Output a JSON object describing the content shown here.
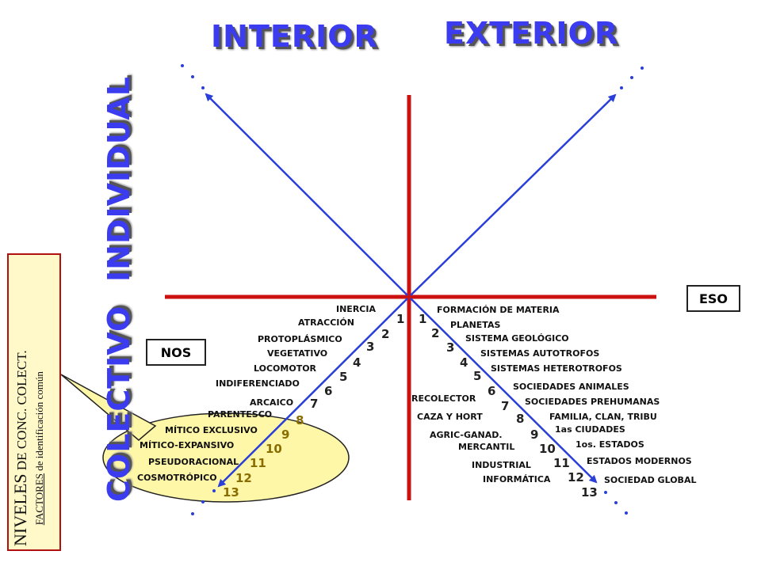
{
  "titles": {
    "interior": "INTERIOR",
    "exterior": "EXTERIOR",
    "individual": "INDIVIDUAL",
    "colectivo": "COLECTIVO"
  },
  "boxes": {
    "eso": "ESO",
    "nos": "NOS"
  },
  "callout": {
    "line1_big": "NIVELES",
    "line1_small": " DE CONC. COLECT.",
    "line2_u": "FACTORES",
    "line2_rest": " de identificación común"
  },
  "colors": {
    "axis_red": "#cc1111",
    "arrow_blue": "#2a3fd8",
    "title_blue": "#3b3bf0",
    "ellipse_fill": "#fff7a8",
    "number_gold": "#8a6d00"
  },
  "left_labels": [
    "INERCIA",
    "ATRACCIÓN",
    "PROTOPLÁSMICO",
    "VEGETATIVO",
    "LOCOMOTOR",
    "INDIFERENCIADO",
    "ARCAICO",
    "PARENTESCO",
    "MÍTICO  EXCLUSIVO",
    "MÍTICO-EXPANSIVO",
    "PSEUDORACIONAL",
    "COSMOTRÓPICO"
  ],
  "right_inner_labels": [
    "RECOLECTOR",
    "CAZA  Y  HORT",
    "AGRIC-GANAD.",
    "MERCANTIL",
    "INDUSTRIAL",
    "INFORMÁTICA"
  ],
  "right_outer_labels": [
    "FORMACIÓN  DE  MATERIA",
    "PLANETAS",
    "SISTEMA  GEOLÓGICO",
    "SISTEMAS  AUTOTROFOS",
    "SISTEMAS  HETEROTROFOS",
    "SOCIEDADES  ANIMALES",
    "SOCIEDADES  PREHUMANAS",
    "FAMILIA,  CLAN,  TRIBU",
    "1as  CIUDADES",
    "1os.  ESTADOS",
    "ESTADOS  MODERNOS",
    "SOCIEDAD  GLOBAL"
  ],
  "left_numbers": [
    "1",
    "2",
    "3",
    "4",
    "5",
    "6",
    "7",
    "8",
    "9",
    "10",
    "11",
    "12",
    "13"
  ],
  "right_numbers": [
    "1",
    "2",
    "3",
    "4",
    "5",
    "6",
    "7",
    "8",
    "9",
    "10",
    "11",
    "12",
    "13"
  ]
}
